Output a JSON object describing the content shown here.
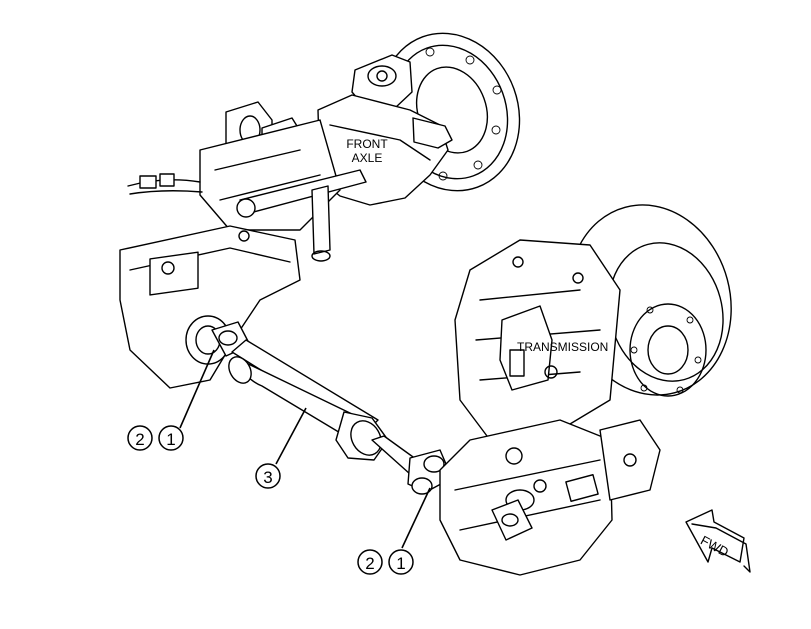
{
  "labels": {
    "front_axle_line1": "FRONT",
    "front_axle_line2": "AXLE",
    "transmission": "TRANSMISSION",
    "fwd": "FWD"
  },
  "callouts": {
    "upper_left_a": "2",
    "upper_left_b": "1",
    "shaft": "3",
    "lower_a": "2",
    "lower_b": "1"
  }
}
